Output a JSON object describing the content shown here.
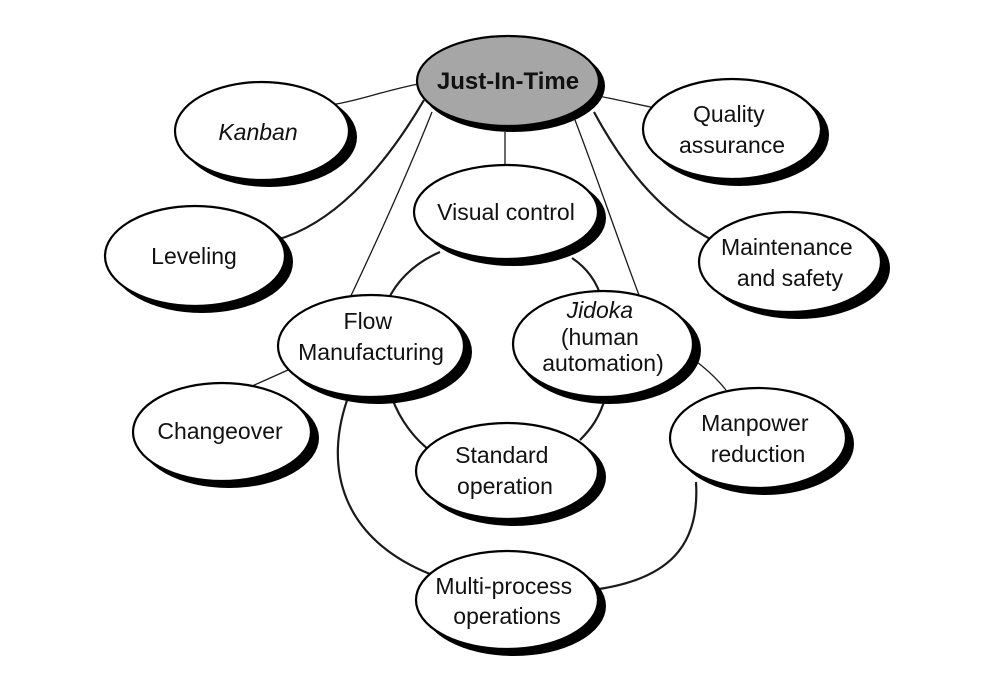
{
  "diagram": {
    "nodes": {
      "just_in_time": {
        "lines": [
          "Just-In-Time"
        ],
        "fill": "#a6a6a6"
      },
      "kanban": {
        "lines": [
          "Kanban"
        ],
        "fill": "#ffffff"
      },
      "quality_assurance": {
        "lines": [
          "Quality",
          "assurance"
        ],
        "fill": "#ffffff"
      },
      "visual_control": {
        "lines": [
          "Visual control"
        ],
        "fill": "#ffffff"
      },
      "leveling": {
        "lines": [
          "Leveling"
        ],
        "fill": "#ffffff"
      },
      "maintenance_safety": {
        "lines": [
          "Maintenance",
          "and safety"
        ],
        "fill": "#ffffff"
      },
      "flow_manufacturing": {
        "lines": [
          "Flow",
          "Manufacturing"
        ],
        "fill": "#ffffff"
      },
      "jidoka": {
        "lines": [
          "Jidoka",
          "(human",
          "automation)"
        ],
        "fill": "#ffffff"
      },
      "changeover": {
        "lines": [
          "Changeover"
        ],
        "fill": "#ffffff"
      },
      "manpower_reduction": {
        "lines": [
          "Manpower",
          "reduction"
        ],
        "fill": "#ffffff"
      },
      "standard_operation": {
        "lines": [
          "Standard",
          "operation"
        ],
        "fill": "#ffffff"
      },
      "multi_process": {
        "lines": [
          "Multi-process",
          "operations"
        ],
        "fill": "#ffffff"
      }
    },
    "edges": [
      [
        "just_in_time",
        "kanban"
      ],
      [
        "just_in_time",
        "quality_assurance"
      ],
      [
        "just_in_time",
        "visual_control"
      ],
      [
        "just_in_time",
        "leveling"
      ],
      [
        "just_in_time",
        "maintenance_safety"
      ],
      [
        "just_in_time",
        "flow_manufacturing"
      ],
      [
        "just_in_time",
        "jidoka"
      ],
      [
        "visual_control",
        "flow_manufacturing"
      ],
      [
        "visual_control",
        "jidoka"
      ],
      [
        "flow_manufacturing",
        "standard_operation"
      ],
      [
        "jidoka",
        "standard_operation"
      ],
      [
        "flow_manufacturing",
        "changeover"
      ],
      [
        "jidoka",
        "manpower_reduction"
      ],
      [
        "flow_manufacturing",
        "multi_process"
      ],
      [
        "manpower_reduction",
        "multi_process"
      ]
    ]
  }
}
